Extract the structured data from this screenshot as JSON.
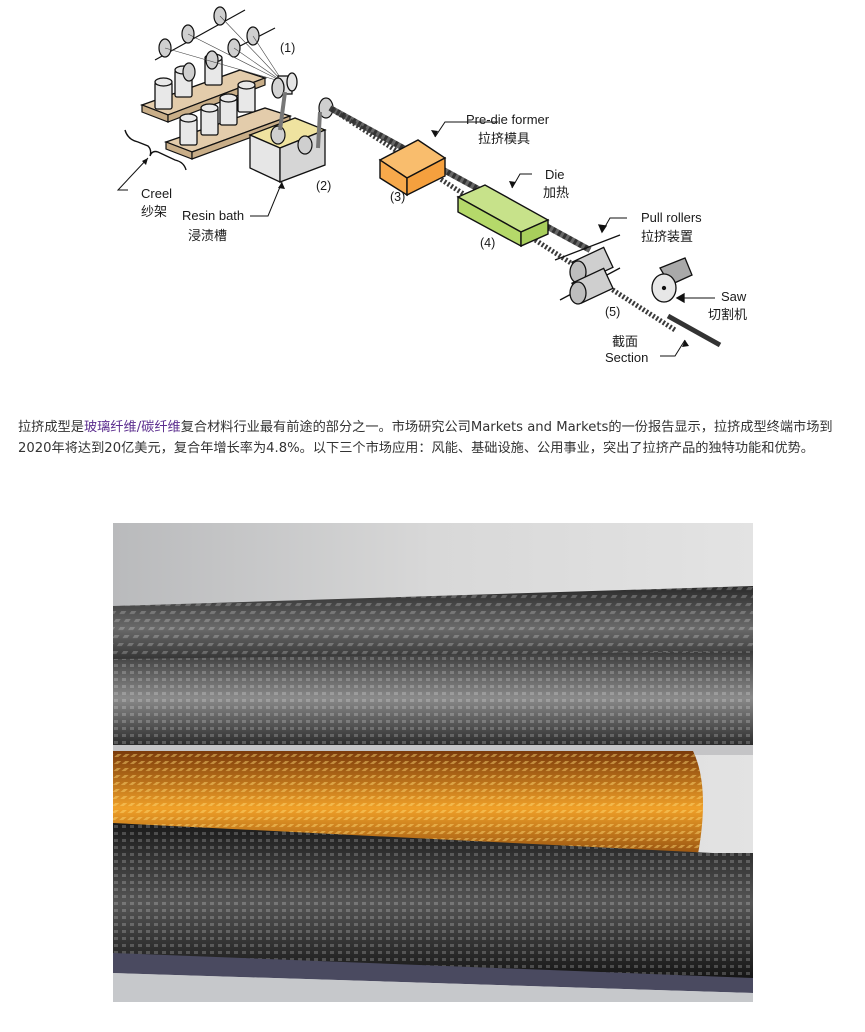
{
  "diagram": {
    "title": "Pultrusion process diagram",
    "labels": {
      "creel_en": "Creel",
      "creel_zh": "纱架",
      "resin_bath_en": "Resin bath",
      "resin_bath_zh": "浸渍槽",
      "pre_die_en": "Pre-die former",
      "pre_die_zh": "拉挤模具",
      "die_en": "Die",
      "die_zh": "加热",
      "pull_rollers_en": "Pull rollers",
      "pull_rollers_zh": "拉挤装置",
      "saw_en": "Saw",
      "saw_zh": "切割机",
      "section_zh": "截面",
      "section_en": "Section",
      "step1": "(1)",
      "step2": "(2)",
      "step3": "(3)",
      "step4": "(4)",
      "step5": "(5)"
    },
    "colors": {
      "pre_die": "#f7a94b",
      "die": "#b5d96a",
      "creel_board": "#e3ccab",
      "resin": "#efe3a0",
      "metal": "#d4d4d4"
    }
  },
  "article": {
    "text_before_link": "拉挤成型是",
    "link1": "玻璃纤维",
    "slash": "/",
    "link2": "碳纤维",
    "text_after_link": "复合材料行业最有前途的部分之一。市场研究公司Markets and Markets的一份报告显示，拉挤成型终端市场到2020年将达到20亿美元，复合年增长率为4.8%。以下三个市场应用：风能、基础设施、公用事业，突出了拉挤产品的独特功能和优势。",
    "link_color": "#5b2d8e",
    "text_color": "#333333"
  },
  "photo": {
    "description": "Carbon fiber and orange aramid/carbon pultruded tubes",
    "tubes": [
      "black twill carbon tube",
      "grey carbon tube",
      "orange weave tube",
      "black plain-weave carbon tube"
    ]
  }
}
